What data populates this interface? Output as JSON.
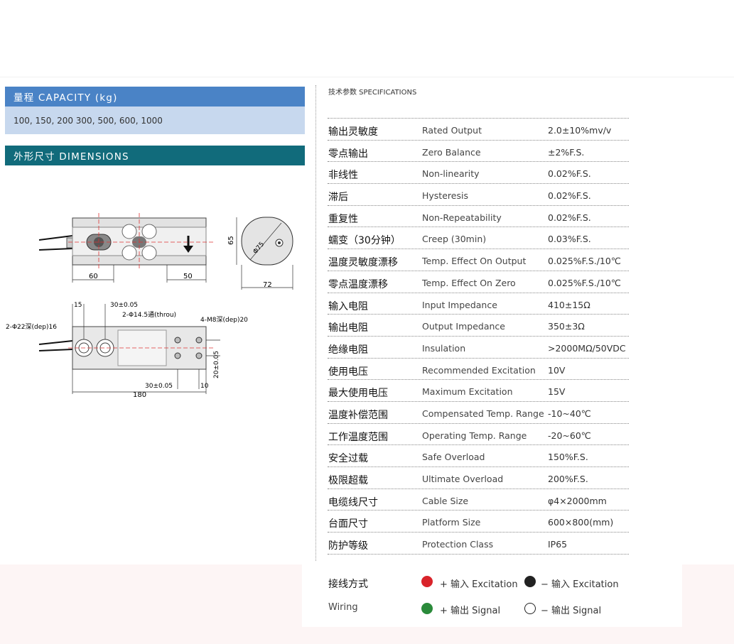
{
  "capacity": {
    "title": "量程 CAPACITY (kg)",
    "values": "100, 150, 200 300, 500, 600, 1000"
  },
  "dimensions": {
    "title": "外形尺寸 DIMENSIONS",
    "labels": {
      "height": "65",
      "diameter": "Φ75",
      "len_left": "60",
      "len_right": "50",
      "width": "72",
      "d15": "15",
      "d30_top": "30±0.05",
      "hole_through": "2-Φ14.5通(throu)",
      "hole_dep_left": "2-Φ22深(dep)16",
      "hole_m8": "4-M8深(dep)20",
      "d20": "20±0.05",
      "d10": "10",
      "d30_bottom": "30±0.05",
      "total_len": "180"
    }
  },
  "specs": {
    "title": "技术参数 SPECIFICATIONS",
    "rows": [
      {
        "cn": "输出灵敏度",
        "en": "Rated Output",
        "val": "2.0±10%mv/v"
      },
      {
        "cn": "零点输出",
        "en": "Zero Balance",
        "val": "±2%F.S."
      },
      {
        "cn": "非线性",
        "en": "Non-linearity",
        "val": "0.02%F.S."
      },
      {
        "cn": "滞后",
        "en": "Hysteresis",
        "val": "0.02%F.S."
      },
      {
        "cn": "重复性",
        "en": "Non-Repeatability",
        "val": "0.02%F.S."
      },
      {
        "cn": "蠕变（30分钟）",
        "en": "Creep (30min)",
        "val": "0.03%F.S."
      },
      {
        "cn": "温度灵敏度漂移",
        "en": "Temp. Effect On Output",
        "val": "0.025%F.S./10℃"
      },
      {
        "cn": "零点温度漂移",
        "en": "Temp. Effect On Zero",
        "val": "0.025%F.S./10℃"
      },
      {
        "cn": "输入电阻",
        "en": "Input Impedance",
        "val": "410±15Ω"
      },
      {
        "cn": "输出电阻",
        "en": "Output Impedance",
        "val": "350±3Ω"
      },
      {
        "cn": "绝缘电阻",
        "en": "Insulation",
        "val": ">2000MΩ/50VDC"
      },
      {
        "cn": "使用电压",
        "en": "Recommended Excitation",
        "val": "10V"
      },
      {
        "cn": "最大使用电压",
        "en": "Maximum Excitation",
        "val": "15V"
      },
      {
        "cn": "温度补偿范围",
        "en": "Compensated Temp. Range",
        "val": "-10~40℃"
      },
      {
        "cn": "工作温度范围",
        "en": "Operating Temp. Range",
        "val": "-20~60℃"
      },
      {
        "cn": "安全过载",
        "en": "Safe Overload",
        "val": "150%F.S."
      },
      {
        "cn": "极限超载",
        "en": "Ultimate Overload",
        "val": "200%F.S."
      },
      {
        "cn": "电缆线尺寸",
        "en": "Cable Size",
        "val": "φ4×2000mm"
      },
      {
        "cn": "台面尺寸",
        "en": "Platform Size",
        "val": "600×800(mm)"
      },
      {
        "cn": "防护等级",
        "en": "Protection Class",
        "val": "IP65"
      }
    ]
  },
  "wiring": {
    "title_cn": "接线方式",
    "title_en": "Wiring",
    "items": [
      {
        "label": "+ 输入 Excitation",
        "color": "#d9232a"
      },
      {
        "label": "− 输入 Excitation",
        "color": "#222222"
      },
      {
        "label": "+ 输出 Signal",
        "color": "#2a8a3a"
      },
      {
        "label": "− 输出 Signal",
        "color": "#ffffff"
      }
    ]
  }
}
